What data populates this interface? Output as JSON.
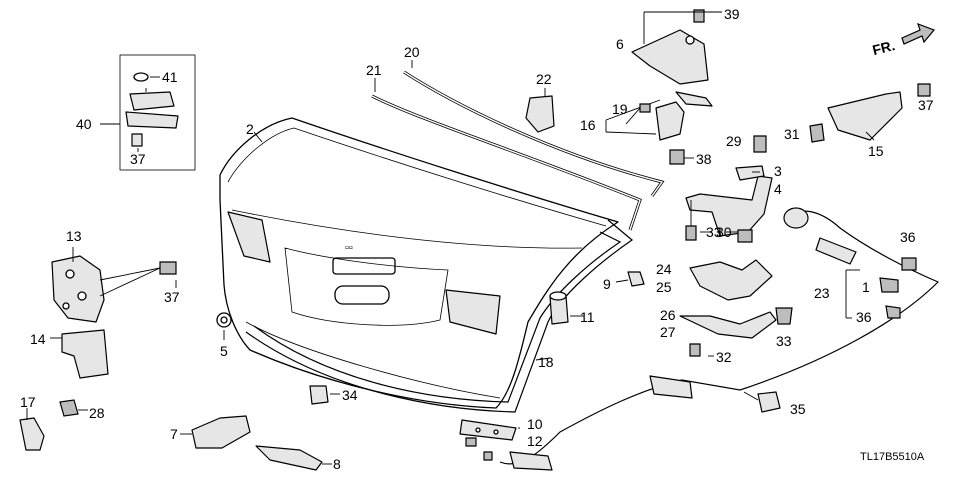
{
  "diagram_code": "TL17B5510A",
  "orientation_label": "FR.",
  "callouts": {
    "c1": "1",
    "c2": "2",
    "c3": "3",
    "c4": "4",
    "c5": "5",
    "c6": "6",
    "c7": "7",
    "c8": "8",
    "c9": "9",
    "c10": "10",
    "c11": "11",
    "c12": "12",
    "c13": "13",
    "c14": "14",
    "c15": "15",
    "c16": "16",
    "c17": "17",
    "c18": "18",
    "c19": "19",
    "c20": "20",
    "c21": "21",
    "c22": "22",
    "c23": "23",
    "c24": "24",
    "c25": "25",
    "c26": "26",
    "c27": "27",
    "c28": "28",
    "c29": "29",
    "c30": "30",
    "c31": "31",
    "c32": "32",
    "c33": "33",
    "c34": "34",
    "c35": "35",
    "c36": "36",
    "c37": "37",
    "c38": "38",
    "c39": "39",
    "c40": "40",
    "c41": "41"
  }
}
